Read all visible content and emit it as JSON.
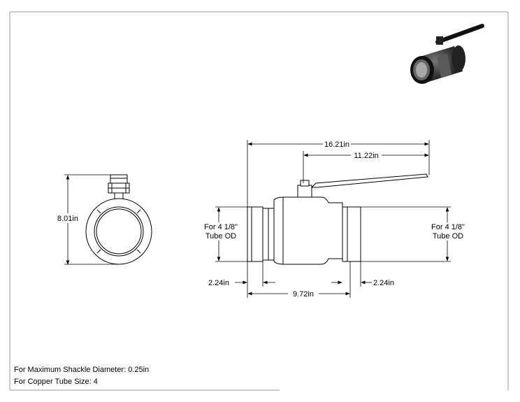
{
  "dimensions": {
    "height_front": "8.01in",
    "overall_length": "16.21in",
    "handle_length": "11.22in",
    "body_length": "9.72in",
    "left_end": "2.24in",
    "right_end": "2.24in"
  },
  "callouts": {
    "left_line1": "For 4 1/8\"",
    "left_line2": "Tube OD",
    "right_line1": "For 4 1/8\"",
    "right_line2": "Tube OD"
  },
  "notes": {
    "shackle": "For Maximum Shackle Diameter: 0.25in",
    "tube_size": "For Copper Tube Size: 4"
  }
}
